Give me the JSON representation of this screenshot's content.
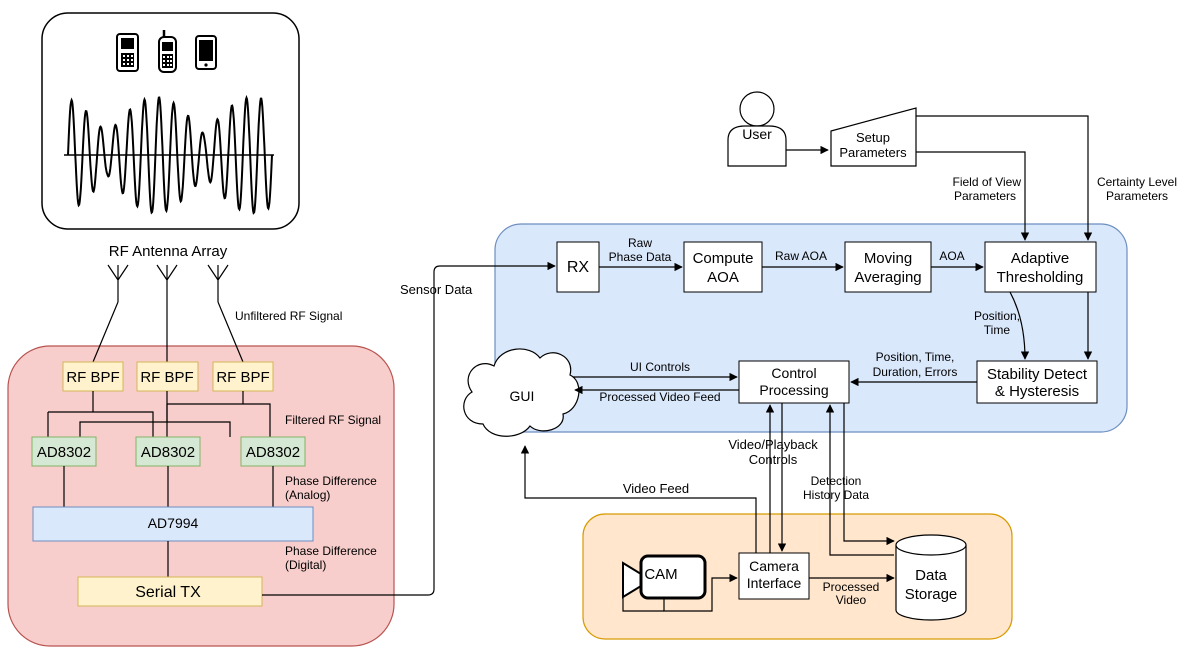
{
  "hardware": {
    "antenna_label": "RF Antenna Array",
    "unfiltered": "Unfiltered RF Signal",
    "filtered": "Filtered RF Signal",
    "bpf": [
      "RF BPF",
      "RF BPF",
      "RF BPF"
    ],
    "detectors": [
      "AD8302",
      "AD8302",
      "AD8302"
    ],
    "phase_analog": [
      "Phase Difference",
      "(Analog)"
    ],
    "adc": "AD7994",
    "phase_digital": [
      "Phase Difference",
      "(Digital)"
    ],
    "serial": "Serial TX"
  },
  "processing": {
    "sensor_data": "Sensor Data",
    "rx": "RX",
    "raw_phase": [
      "Raw",
      "Phase Data"
    ],
    "compute_aoa": [
      "Compute",
      "AOA"
    ],
    "raw_aoa": "Raw AOA",
    "moving_avg": [
      "Moving",
      "Averaging"
    ],
    "aoa": "AOA",
    "adaptive": [
      "Adaptive",
      "Thresholding"
    ],
    "position_time": [
      "Position,",
      "Time"
    ],
    "stability": [
      "Stability Detect",
      "& Hysteresis"
    ],
    "position_errors": [
      "Position, Time,",
      "Duration, Errors"
    ],
    "control": [
      "Control",
      "Processing"
    ],
    "ui_controls": "UI Controls",
    "processed_feed": "Processed Video Feed",
    "gui": "GUI"
  },
  "user_side": {
    "user": "User",
    "setup": [
      "Setup",
      "Parameters"
    ],
    "fov": [
      "Field of View",
      "Parameters"
    ],
    "certainty": [
      "Certainty Level",
      "Parameters"
    ]
  },
  "video": {
    "video_feed": "Video Feed",
    "playback": [
      "Video/Playback",
      "Controls"
    ],
    "history": [
      "Detection",
      "History Data"
    ],
    "cam": "CAM",
    "camera_iface": [
      "Camera",
      "Interface"
    ],
    "processed_video": [
      "Processed",
      "Video"
    ],
    "storage": [
      "Data",
      "Storage"
    ]
  },
  "colors": {
    "hardware_bg": "#f8cecc",
    "hardware_border": "#b85450",
    "processing_bg": "#dae8fc",
    "processing_border": "#6c8ebf",
    "video_bg": "#ffe6cc",
    "video_border": "#d79b00",
    "bpf_fill": "#fff2cc",
    "bpf_border": "#d6b656",
    "detector_fill": "#d5e8d4",
    "detector_border": "#82b366"
  }
}
